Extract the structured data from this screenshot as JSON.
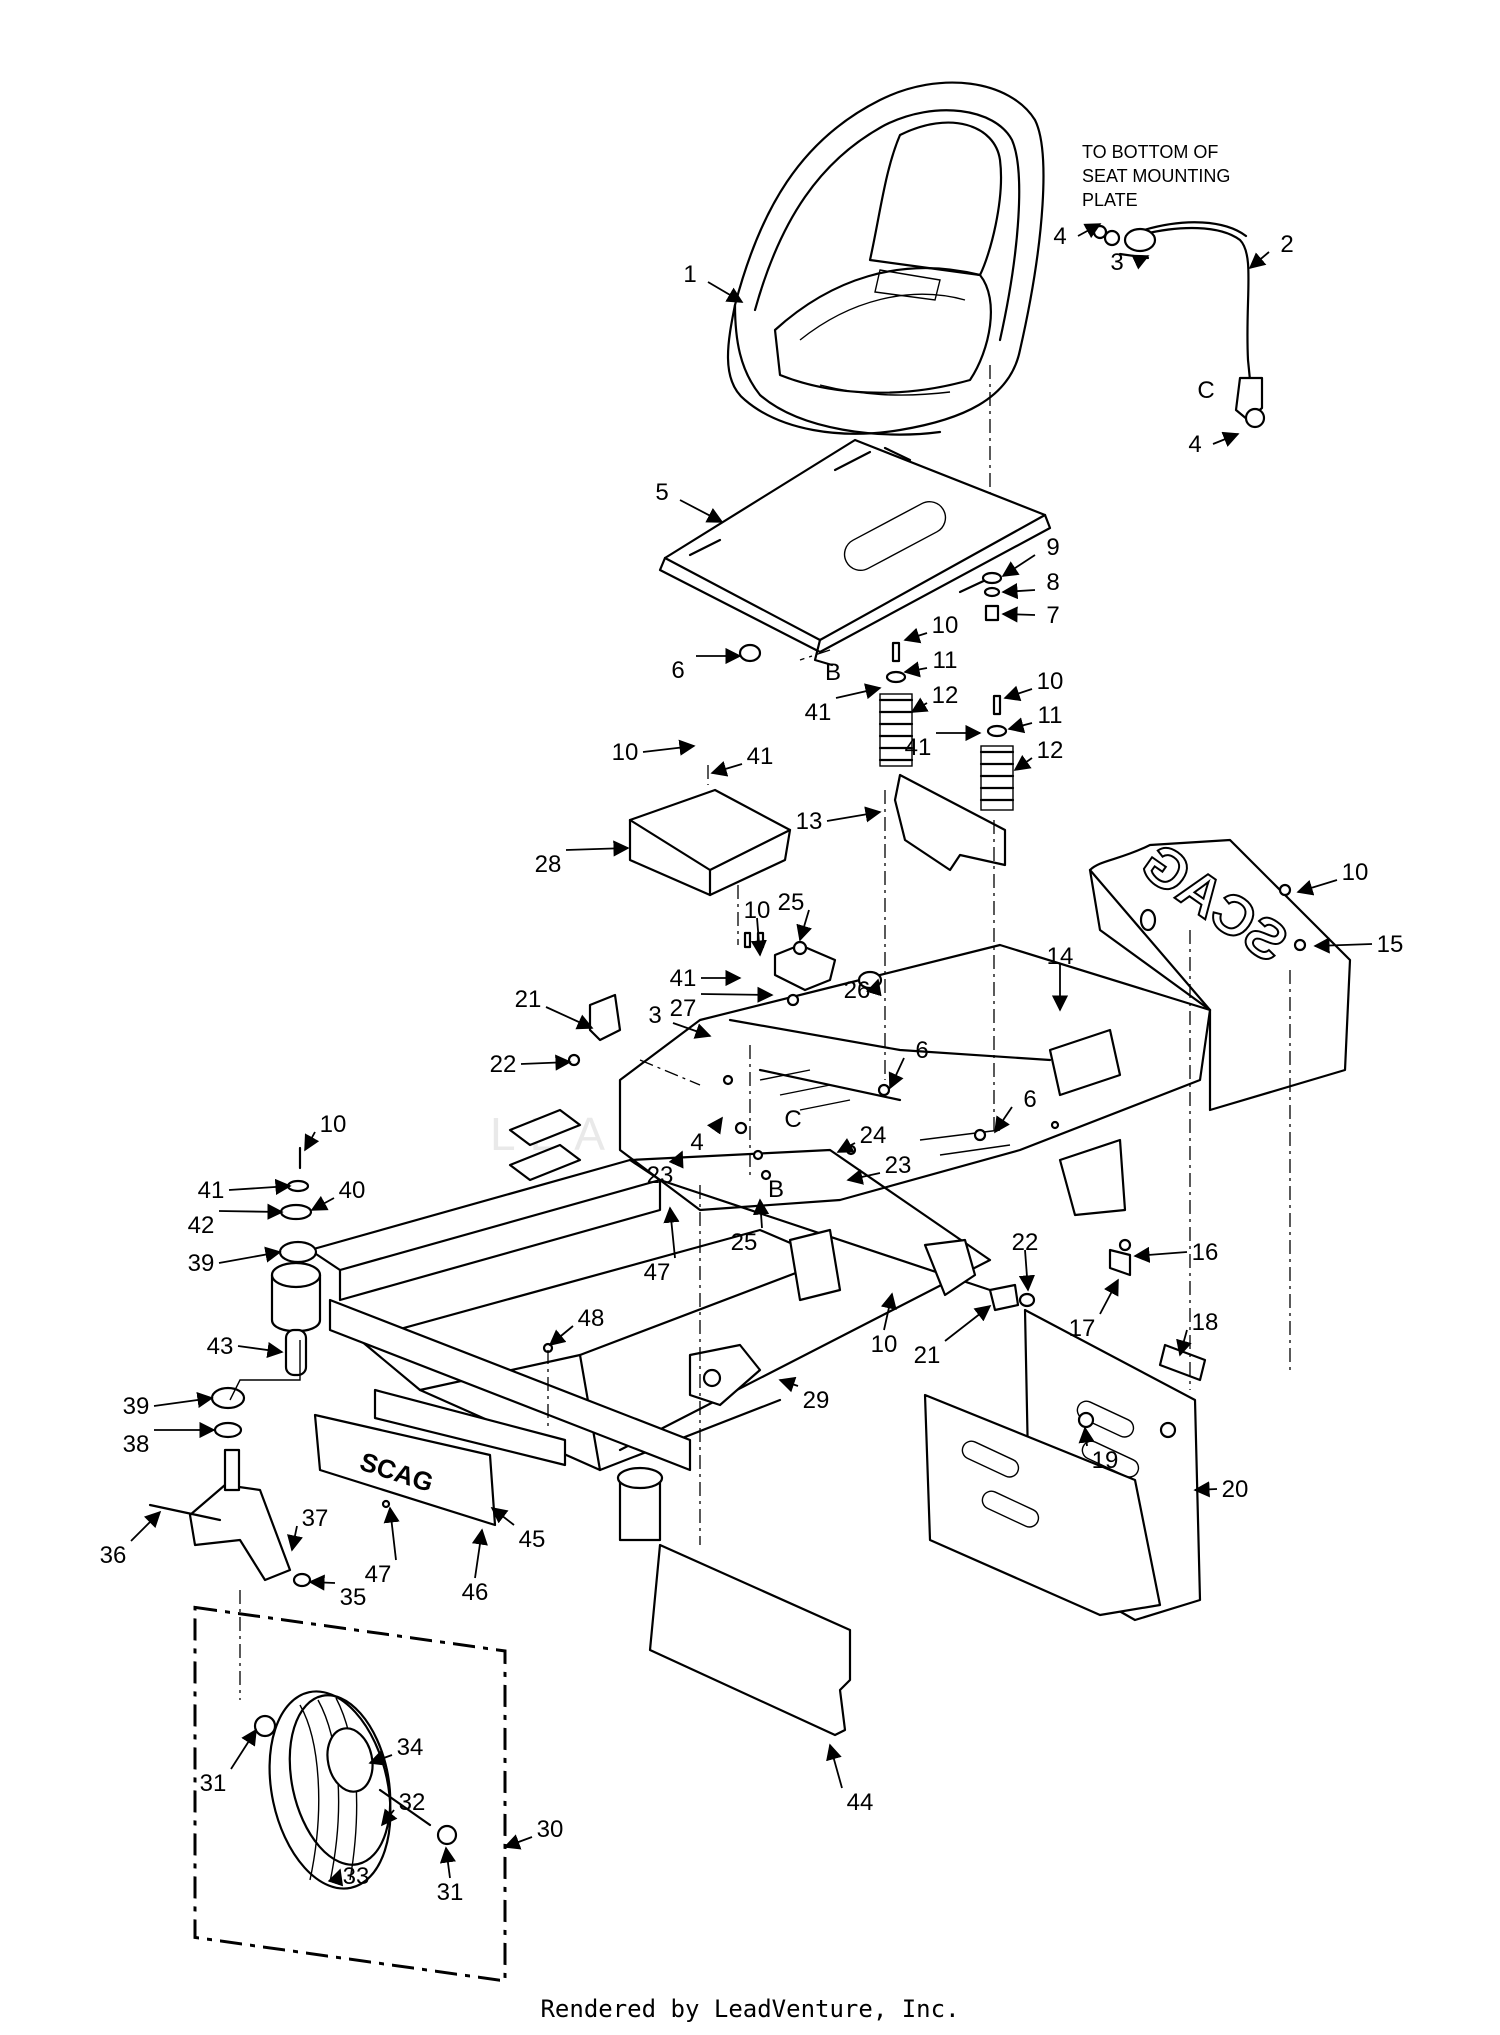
{
  "note": {
    "line1": "TO BOTTOM OF",
    "line2": "SEAT MOUNTING",
    "line3": "PLATE"
  },
  "watermark": "LEADVENTURE",
  "logo_text": "SCAG",
  "footer": "Rendered by LeadVenture, Inc.",
  "callouts": [
    {
      "id": "c1",
      "label": "1"
    },
    {
      "id": "c2",
      "label": "2"
    },
    {
      "id": "c3a",
      "label": "3"
    },
    {
      "id": "c4a",
      "label": "4"
    },
    {
      "id": "c4b",
      "label": "4"
    },
    {
      "id": "cC1",
      "label": "C"
    },
    {
      "id": "c5",
      "label": "5"
    },
    {
      "id": "c6a",
      "label": "6"
    },
    {
      "id": "cB1",
      "label": "B"
    },
    {
      "id": "c9",
      "label": "9"
    },
    {
      "id": "c8",
      "label": "8"
    },
    {
      "id": "c7",
      "label": "7"
    },
    {
      "id": "c10a",
      "label": "10"
    },
    {
      "id": "c11a",
      "label": "11"
    },
    {
      "id": "c41a",
      "label": "41"
    },
    {
      "id": "c12a",
      "label": "12"
    },
    {
      "id": "c10b",
      "label": "10"
    },
    {
      "id": "c11b",
      "label": "11"
    },
    {
      "id": "c41b",
      "label": "41"
    },
    {
      "id": "c12b",
      "label": "12"
    },
    {
      "id": "c10c",
      "label": "10"
    },
    {
      "id": "c41c",
      "label": "41"
    },
    {
      "id": "c13",
      "label": "13"
    },
    {
      "id": "c28",
      "label": "28"
    },
    {
      "id": "c10d",
      "label": "10"
    },
    {
      "id": "c15",
      "label": "15"
    },
    {
      "id": "c10e",
      "label": "10"
    },
    {
      "id": "c25a",
      "label": "25"
    },
    {
      "id": "c41d",
      "label": "41"
    },
    {
      "id": "c27",
      "label": "27"
    },
    {
      "id": "c26",
      "label": "26"
    },
    {
      "id": "c21a",
      "label": "21"
    },
    {
      "id": "c22a",
      "label": "22"
    },
    {
      "id": "c3b",
      "label": "3"
    },
    {
      "id": "c14",
      "label": "14"
    },
    {
      "id": "c6b",
      "label": "6"
    },
    {
      "id": "c6c",
      "label": "6"
    },
    {
      "id": "c4c",
      "label": "4"
    },
    {
      "id": "cC2",
      "label": "C"
    },
    {
      "id": "c23a",
      "label": "23"
    },
    {
      "id": "c24",
      "label": "24"
    },
    {
      "id": "c23b",
      "label": "23"
    },
    {
      "id": "c25b",
      "label": "25"
    },
    {
      "id": "cB2",
      "label": "B"
    },
    {
      "id": "c10f",
      "label": "10"
    },
    {
      "id": "c41e",
      "label": "41"
    },
    {
      "id": "c40",
      "label": "40"
    },
    {
      "id": "c42",
      "label": "42"
    },
    {
      "id": "c39a",
      "label": "39"
    },
    {
      "id": "c47a",
      "label": "47"
    },
    {
      "id": "c22b",
      "label": "22"
    },
    {
      "id": "c16",
      "label": "16"
    },
    {
      "id": "c17",
      "label": "17"
    },
    {
      "id": "c10g",
      "label": "10"
    },
    {
      "id": "c21b",
      "label": "21"
    },
    {
      "id": "c18",
      "label": "18"
    },
    {
      "id": "c48",
      "label": "48"
    },
    {
      "id": "c43",
      "label": "43"
    },
    {
      "id": "c29",
      "label": "29"
    },
    {
      "id": "c39b",
      "label": "39"
    },
    {
      "id": "c38",
      "label": "38"
    },
    {
      "id": "c19",
      "label": "19"
    },
    {
      "id": "c20",
      "label": "20"
    },
    {
      "id": "c37",
      "label": "37"
    },
    {
      "id": "c45",
      "label": "45"
    },
    {
      "id": "c36",
      "label": "36"
    },
    {
      "id": "c47b",
      "label": "47"
    },
    {
      "id": "c46",
      "label": "46"
    },
    {
      "id": "c35",
      "label": "35"
    },
    {
      "id": "c44",
      "label": "44"
    },
    {
      "id": "c34",
      "label": "34"
    },
    {
      "id": "c31a",
      "label": "31"
    },
    {
      "id": "c32",
      "label": "32"
    },
    {
      "id": "c30",
      "label": "30"
    },
    {
      "id": "c33",
      "label": "33"
    },
    {
      "id": "c31b",
      "label": "31"
    }
  ]
}
